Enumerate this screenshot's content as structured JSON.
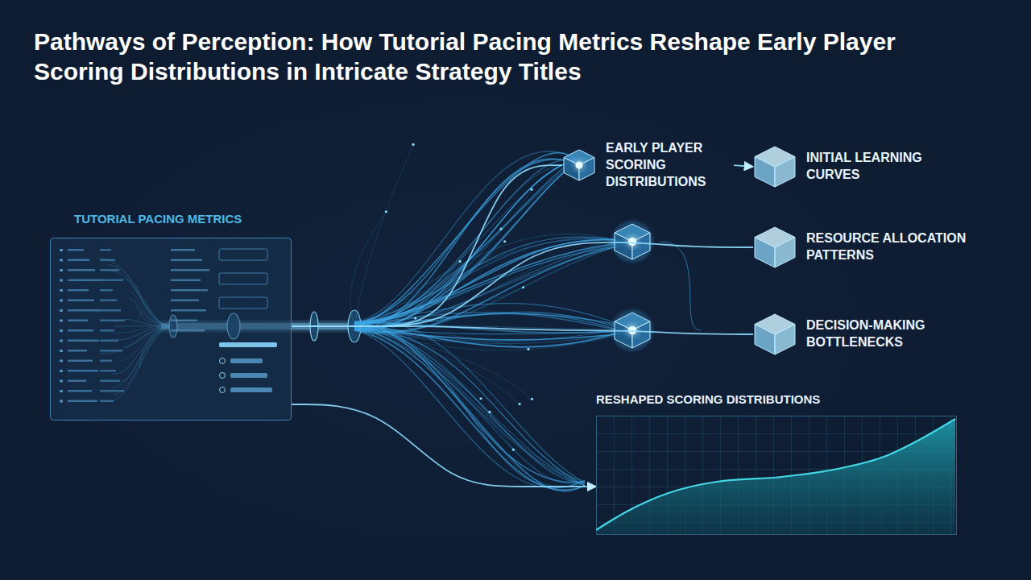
{
  "diagram": {
    "title": "Pathways of Perception: How Tutorial Pacing Metrics Reshape Early Player Scoring Distributions in Intricate Strategy Titles",
    "nodes": [
      {
        "text": [
          "TUTORIAL PACING METRICS"
        ]
      },
      {
        "text": [
          "EARLY PLAYER SCORING DISTRIBUTIONS"
        ]
      },
      {
        "text": [
          "INITIAL LEARNING CURVES"
        ]
      },
      {
        "text": [
          "RESOURCE ALLOCATION PATTERNS"
        ]
      },
      {
        "text": [
          "DECISION-MAKING BOTTLENECKS"
        ]
      },
      {
        "text": [
          "RESHAPED SCORING DISTRIBUTIONS"
        ]
      }
    ],
    "edges": [
      {
        "from": 0,
        "to": 1,
        "arrow": "none"
      },
      {
        "from": 1,
        "to": 2,
        "arrow": "to"
      },
      {
        "from": 0,
        "to": 3,
        "arrow": "none"
      },
      {
        "from": 0,
        "to": 4,
        "arrow": "none"
      },
      {
        "from": 0,
        "to": 5,
        "arrow": "to"
      }
    ]
  }
}
